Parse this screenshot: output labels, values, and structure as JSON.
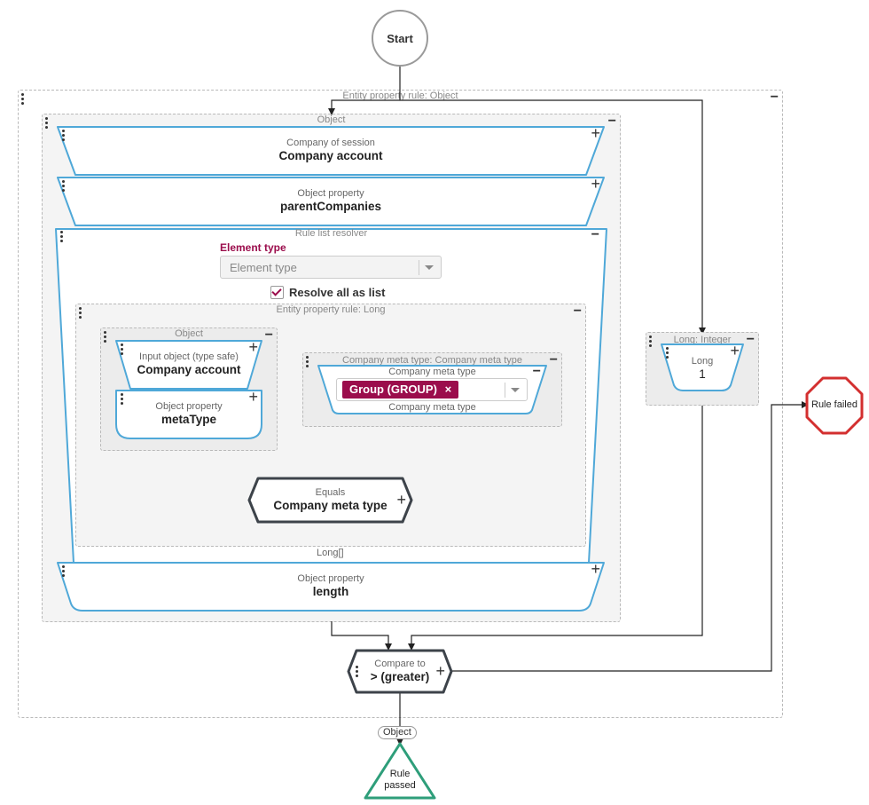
{
  "start": {
    "label": "Start"
  },
  "rule_failed": {
    "label": "Rule failed"
  },
  "rule_passed": {
    "line1": "Rule",
    "line2": "passed"
  },
  "outer_group": {
    "label": "Entity property rule: Object"
  },
  "object_group": {
    "label": "Object"
  },
  "nodes": {
    "company_of_session": {
      "sub": "Company of session",
      "main": "Company account"
    },
    "object_property_parent": {
      "sub": "Object property",
      "main": "parentCompanies"
    },
    "rule_list_resolver": {
      "label": "Rule list resolver"
    },
    "object_property_length": {
      "sub": "Object property",
      "main": "length"
    },
    "input_object": {
      "sub": "Input object (type safe)",
      "main": "Company account"
    },
    "object_property_meta": {
      "sub": "Object property",
      "main": "metaType"
    },
    "equals": {
      "sub": "Equals",
      "main": "Company meta type"
    },
    "compare_to": {
      "sub": "Compare to",
      "main": "> (greater)"
    },
    "long_const": {
      "sub": "Long",
      "main": "1"
    }
  },
  "element_type": {
    "label": "Element type",
    "placeholder": "Element type"
  },
  "resolve_all": {
    "label": "Resolve all as list",
    "checked": true
  },
  "inner_rule": {
    "label": "Entity property rule: Long"
  },
  "inner_object": {
    "label": "Object"
  },
  "meta_group": {
    "label": "Company meta type: Company meta type"
  },
  "meta_node": {
    "top_label": "Company meta type",
    "bottom_label": "Company meta type",
    "tag": "Group (GROUP)",
    "tag_close": "×"
  },
  "long_group": {
    "label": "Long: Integer"
  },
  "edge_labels": {
    "long_array": "Long[]",
    "object_out": "Object"
  },
  "symbols": {
    "plus": "+",
    "minus": "−"
  },
  "colors": {
    "accent": "#9b0d4c",
    "node_border": "#4fa8d8",
    "op_border": "#3d434a",
    "fail": "#d32f2f",
    "pass": "#2e9e7a"
  }
}
